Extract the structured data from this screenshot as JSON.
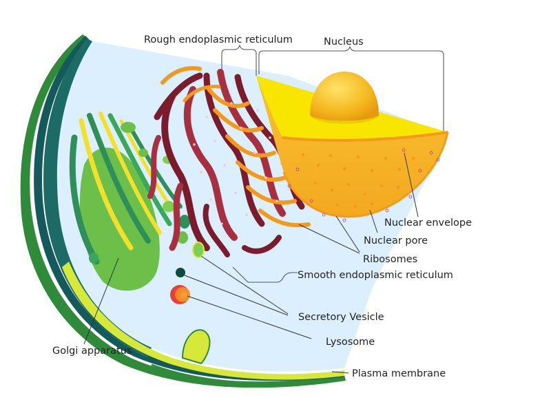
{
  "labels": {
    "rough_er": "Rough endoplasmic reticulum",
    "nucleus": "Nucleus",
    "nuclear_envelope": "Nuclear envelope",
    "nuclear_pore": "Nuclear pore",
    "ribosomes": "Ribosomes",
    "smooth_er": "Smooth endoplasmic reticulum",
    "secretory_vesicle": "Secretory Vesicle",
    "lysosome": "Lysosome",
    "golgi": "Golgi apparatus",
    "plasma_membrane": "Plasma membrane"
  },
  "colors": {
    "cytoplasm": "#dcefff",
    "membrane_outer": "#2f8a3a",
    "membrane_dark": "#145a5c",
    "membrane_lime": "#d6e83a",
    "golgi_green": "#6cc04a",
    "golgi_dark": "#2f8f58",
    "golgi_yellow": "#f2e12c",
    "er_dark_red": "#7a1c2c",
    "er_red": "#a63040",
    "er_orange": "#f39a1e",
    "nucleus_face": "#f8e600",
    "nucleus_body": "#f6b62a",
    "nucleolus": "#f0b81a",
    "lysosome_orange": "#f6922a",
    "lysosome_red": "#e2413a",
    "vesicle_dark": "#0f4a3f"
  }
}
